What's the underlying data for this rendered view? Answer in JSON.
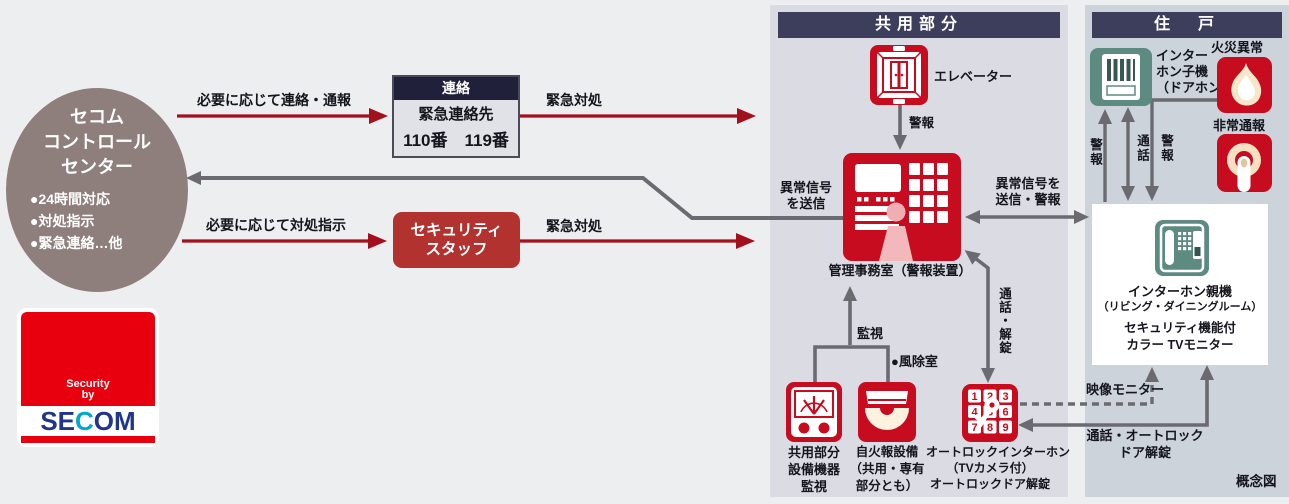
{
  "colors": {
    "background": "#edeef0",
    "panel_common": "#dbdbe3",
    "panel_residence": "#ccd3db",
    "header_navy": "#3d3d5c",
    "icon_red": "#c60c1e",
    "arrow_red": "#a3101d",
    "arrow_gray": "#6a6a70",
    "circle_mauve": "#8e7e7c",
    "staff_red": "#b23230",
    "icon_teal": "#5d8b82",
    "logo_red": "#e8000f",
    "brand_blue": "#20368c",
    "brand_teal": "#00a9c9"
  },
  "secom_center": {
    "title_lines": [
      "セコム",
      "コントロール",
      "センター"
    ],
    "bullets": [
      "●24時間対応",
      "●対処指示",
      "●緊急連絡…他"
    ]
  },
  "secom_logo": {
    "security_by_lines": [
      "Security",
      "by"
    ],
    "letters": [
      "S",
      "E",
      "C",
      "O",
      "M"
    ]
  },
  "contact_box": {
    "header": "連絡",
    "line1": "緊急連絡先",
    "line2": "110番　119番"
  },
  "staff_box": {
    "line1": "セキュリティ",
    "line2": "スタッフ"
  },
  "flow_labels": {
    "contact_report": "必要に応じて連絡・通報",
    "emergency_response_top": "緊急対処",
    "response_instruction": "必要に応じて対処指示",
    "emergency_response_bottom": "緊急対処",
    "abnormal_signal_send": [
      "異常信号",
      "を送信"
    ],
    "abnormal_signal_send_alarm": [
      "異常信号を",
      "送信・警報"
    ]
  },
  "common_area": {
    "header": "共用部分",
    "elevator_label": "エレベーター",
    "elevator_alarm_label": "警報",
    "control_room_label": "管理事務室（警報装置）",
    "monitoring_label": "監視",
    "windbreak_label": "●風除室",
    "equipment_label": [
      "共用部分",
      "設備機器",
      "監視"
    ],
    "fire_alarm_label": [
      "自火報設備",
      "（共用・専有",
      "部分とも）"
    ],
    "autolock_label": [
      "オートロックインターホン",
      "（TVカメラ付）",
      "オートロックドア解錠"
    ],
    "talk_unlock_label": "通話・解錠",
    "keypad_digits": [
      "1",
      "2",
      "3",
      "4",
      "5",
      "6",
      "7",
      "8",
      "9"
    ]
  },
  "residence": {
    "header": "住　戸",
    "doorphone_label": [
      "インター",
      "ホン子機",
      "（ドアホン）"
    ],
    "fire_abnormal_label": "火災異常",
    "emergency_call_label": "非常通報",
    "alarm_left": "警報",
    "talk": "通話",
    "alarm_right": "警報",
    "parent_box_lines": [
      "インターホン親機",
      "（リビング・ダイニングルーム）",
      "セキュリティ機能付",
      "カラー TVモニター"
    ],
    "video_monitor_label": "映像モニター",
    "talk_autolock_label": [
      "通話・オートロック",
      "ドア解錠"
    ]
  },
  "footer": {
    "concept_label": "概念図"
  }
}
